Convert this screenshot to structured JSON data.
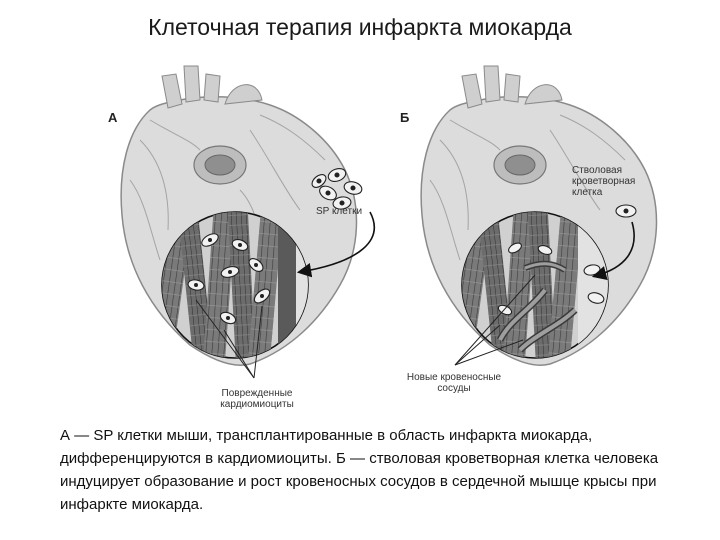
{
  "slide": {
    "title": "Клеточная терапия инфаркта миокарда",
    "caption": "А — SP клетки мыши, трансплантированные в область инфаркта миокарда, дифференцируются в кардиомиоциты. Б — стволовая кроветворная клетка человека индуцирует образование и рост кровеносных сосудов в сердечной мышце крысы при инфаркте миокарда."
  },
  "figure": {
    "panel_a": {
      "letter": "А",
      "sp_cells_label": "SP клетки",
      "damaged_label_line1": "Поврежденные",
      "damaged_label_line2": "кардиомиоциты"
    },
    "panel_b": {
      "letter": "Б",
      "stem_label_line1": "Стволовая",
      "stem_label_line2": "кроветворная",
      "stem_label_line3": "клетка",
      "vessels_label_line1": "Новые кровеносные",
      "vessels_label_line2": "сосуды"
    }
  },
  "colors": {
    "heart_fill": "#d9d9d9",
    "heart_stroke": "#8a8a8a",
    "muscle_dark": "#555555",
    "cell_fill": "#f2f2f2",
    "arrow": "#111111"
  }
}
